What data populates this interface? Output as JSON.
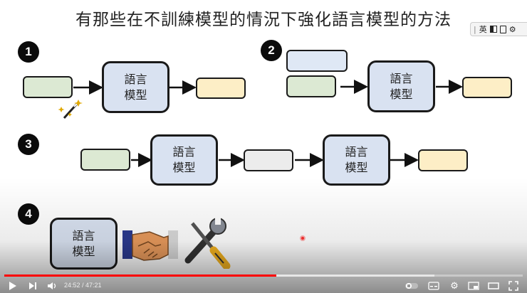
{
  "slide": {
    "title": "有那些在不訓練模型的情況下強化語言模型的方法",
    "steps": [
      "1",
      "2",
      "3",
      "4"
    ],
    "model_label_line1": "語言",
    "model_label_line2": "模型"
  },
  "ime_toolbar": {
    "lang_label": "英"
  },
  "player": {
    "time_display": "24:52 / 47:21",
    "progress": 0.525,
    "buffered": 0.83,
    "accent_color": "#ff0000"
  }
}
